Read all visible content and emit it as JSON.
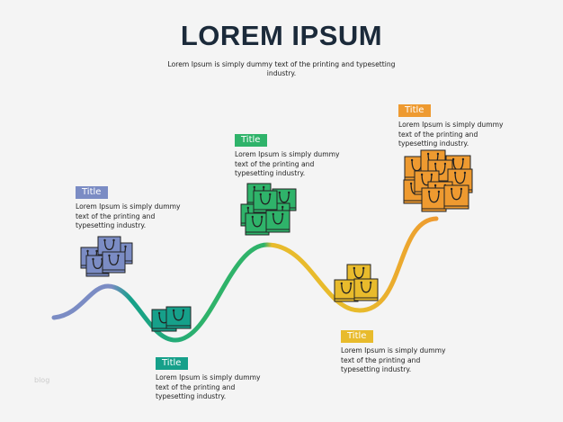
{
  "header": {
    "title": "LOREM IPSUM",
    "subtitle": "Lorem Ipsum is simply dummy text of the printing and typesetting industry."
  },
  "steps": [
    {
      "title": "Title",
      "text": "Lorem Ipsum is simply dummy text of the printing and typesetting industry.",
      "color": "#7b8cc4"
    },
    {
      "title": "Title",
      "text": "Lorem Ipsum is simply dummy text of the printing and typesetting industry.",
      "color": "#16a08a"
    },
    {
      "title": "Title",
      "text": "Lorem Ipsum is simply dummy text of the printing and typesetting industry.",
      "color": "#2fb36a"
    },
    {
      "title": "Title",
      "text": "Lorem Ipsum is simply dummy text of the printing and typesetting industry.",
      "color": "#e8bb2c"
    },
    {
      "title": "Title",
      "text": "Lorem Ipsum is simply dummy text of the printing and typesetting industry.",
      "color": "#ee9a30"
    }
  ],
  "icons": {
    "step_icon": "shopping-bag-icon"
  },
  "watermark": "blog"
}
